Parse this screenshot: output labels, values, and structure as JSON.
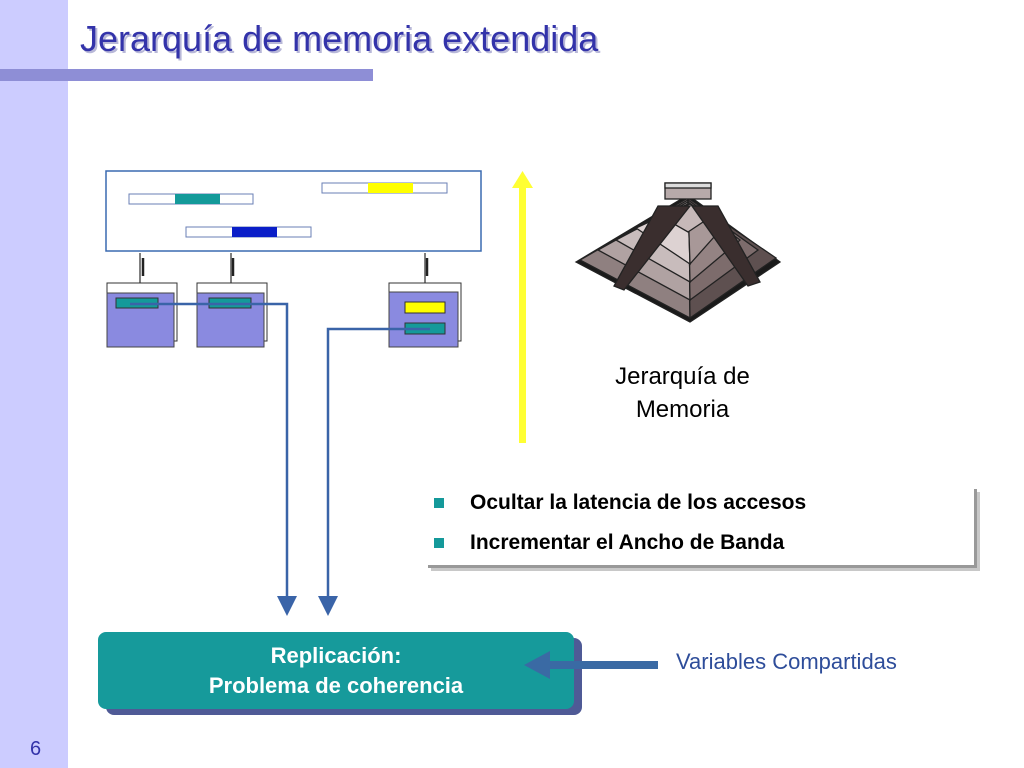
{
  "slide": {
    "title": "Jerarquía de memoria extendida",
    "page_number": "6"
  },
  "pyramid": {
    "label_line1": "Jerarquía de",
    "label_line2": "Memoria"
  },
  "bullets": [
    {
      "text": "Ocultar la latencia de los accesos"
    },
    {
      "text": "Incrementar el Ancho de Banda"
    }
  ],
  "replication": {
    "line1": "Replicación:",
    "line2": "Problema de coherencia"
  },
  "shared_variables": "Variables Compartidas",
  "colors": {
    "title": "#3333aa",
    "sidebar": "#ccccff",
    "rule": "#8e8ed6",
    "teal": "#169a9b",
    "cache": "#8a8ae0",
    "yellow": "#ffff00",
    "blue_block": "#0a1ec8",
    "arrow_up": "#ffff33",
    "connector": "#4a73a8"
  }
}
